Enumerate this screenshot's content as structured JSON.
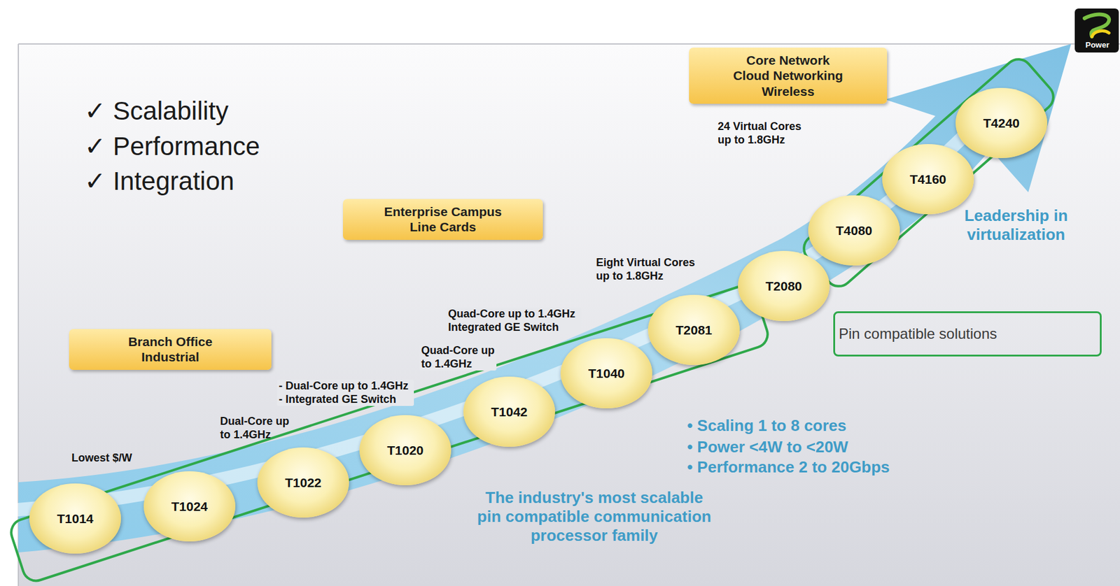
{
  "diagram": {
    "nodes": [
      {
        "text": [
          "Core Network Cloud Networking Wireless"
        ]
      },
      {
        "text": [
          "Enterprise Campus Line Cards"
        ]
      },
      {
        "text": [
          "Branch Office Industrial"
        ]
      },
      {
        "text": [
          "T1014"
        ]
      },
      {
        "text": [
          "T1024"
        ]
      },
      {
        "text": [
          "T1022"
        ]
      },
      {
        "text": [
          "T1020"
        ]
      },
      {
        "text": [
          "T1042"
        ]
      },
      {
        "text": [
          "T1040"
        ]
      },
      {
        "text": [
          "T2081"
        ]
      },
      {
        "text": [
          "T2080"
        ]
      },
      {
        "text": [
          "T4080"
        ]
      },
      {
        "text": [
          "T4160"
        ]
      },
      {
        "text": [
          "T4240"
        ]
      },
      {
        "text": [
          "Pin compatible solutions"
        ]
      }
    ],
    "edges": [],
    "labels": [
      "Power",
      "✓ Scalability",
      "✓ Performance",
      "✓ Integration",
      "24 Virtual Cores up to 1.8GHz",
      "Leadership in virtualization",
      "Eight Virtual Cores up to 1.8GHz",
      "Quad-Core up to 1.4GHz Integrated GE Switch",
      "Quad-Core up to 1.4GHz",
      "- Dual-Core up to 1.4GHz - Integrated GE Switch",
      "Dual-Core up to 1.4GHz",
      "Lowest $/W",
      "• Scaling 1 to 8 cores",
      "• Power <4W to <20W",
      "• Performance 2 to 20Gbps",
      "The industry's most scalable pin compatible communication processor family"
    ]
  }
}
